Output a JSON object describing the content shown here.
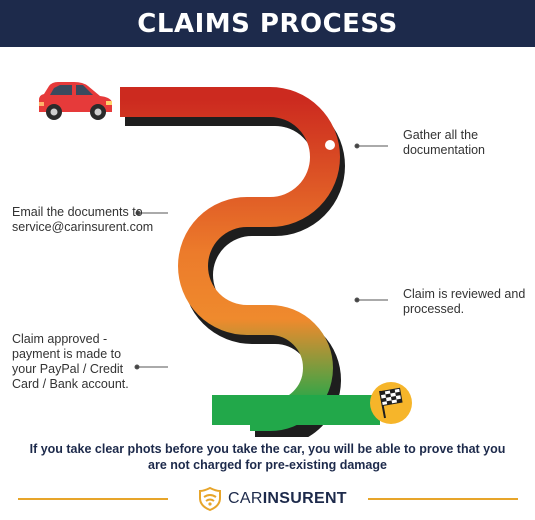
{
  "header": {
    "title": "CLAIMS PROCESS"
  },
  "steps": [
    {
      "text": "Gather all the documentation"
    },
    {
      "text": "Email the documents to service@carinsurent.com"
    },
    {
      "text": "Claim is reviewed and processed."
    },
    {
      "text": "Claim approved - payment is made to your PayPal / Credit Card / Bank account."
    }
  ],
  "note": "If you take clear phots before you take the car, you will be able to prove that you are not charged for pre-existing damage",
  "brand": {
    "light": "CAR",
    "bold": "INSURENT"
  },
  "icons": {
    "start": "red-car-icon",
    "finish": "checkered-flag-icon",
    "logo": "shield-logo-icon"
  },
  "colors": {
    "header_bg": "#1d2a4b",
    "road_top": "#cc2a1f",
    "road_middle": "#ec7b2b",
    "road_bottom": "#22a84a",
    "flag_circle": "#f6b52a",
    "accent_line": "#e7a52a"
  }
}
